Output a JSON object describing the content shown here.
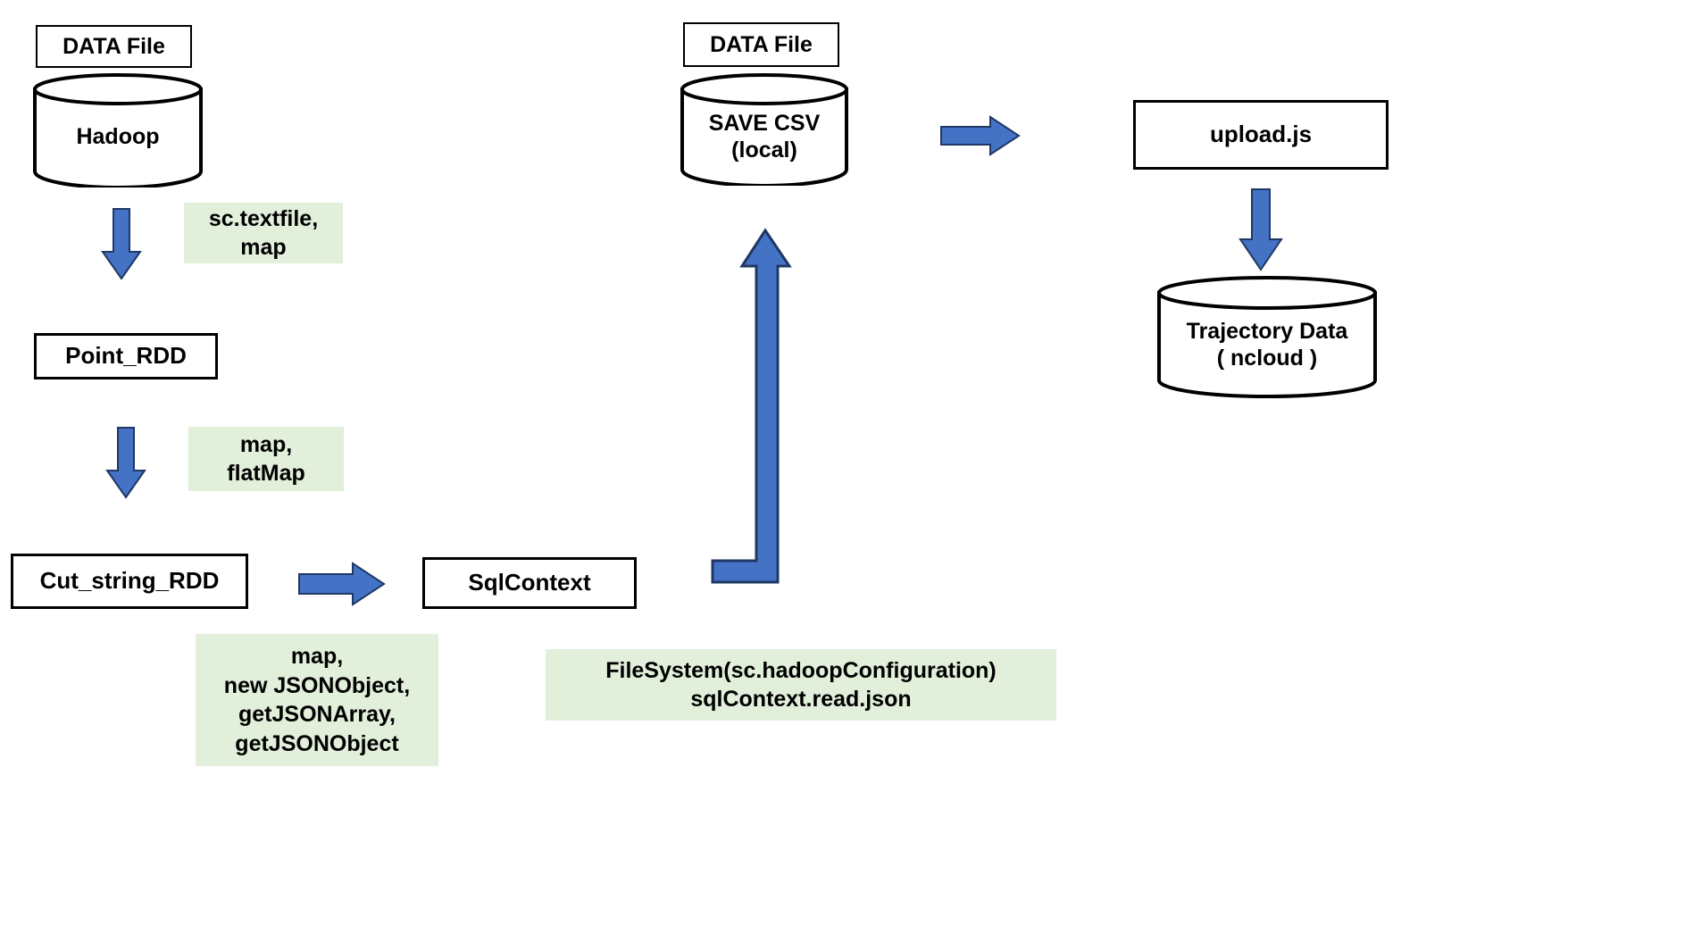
{
  "diagram": {
    "title": "Spark Hadoop trajectory data pipeline flowchart",
    "colors": {
      "arrow_fill": "#4472C4",
      "arrow_stroke": "#1F3864",
      "note_bg": "#E2EFDA",
      "node_stroke": "#000000",
      "node_fill": "#FFFFFF",
      "page_bg": "#FFFFFF"
    },
    "nodes": [
      {
        "id": "data_file_left",
        "type": "caption-box",
        "label": "DATA File"
      },
      {
        "id": "hadoop",
        "type": "cylinder",
        "label": "Hadoop"
      },
      {
        "id": "point_rdd",
        "type": "rect",
        "label": "Point_RDD"
      },
      {
        "id": "cut_string_rdd",
        "type": "rect",
        "label": "Cut_string_RDD"
      },
      {
        "id": "sql_context",
        "type": "rect",
        "label": "SqlContext"
      },
      {
        "id": "data_file_mid",
        "type": "caption-box",
        "label": "DATA File"
      },
      {
        "id": "save_csv",
        "type": "cylinder",
        "label": "SAVE CSV\n(local)"
      },
      {
        "id": "upload_js",
        "type": "rect",
        "label": "upload.js"
      },
      {
        "id": "trajectory_data",
        "type": "cylinder",
        "label": "Trajectory Data\n( ncloud )"
      }
    ],
    "notes": [
      {
        "id": "note_textfile",
        "label": "sc.textfile,\nmap"
      },
      {
        "id": "note_flatmap",
        "label": "map,\nflatMap"
      },
      {
        "id": "note_json",
        "label": "map,\nnew JSONObject,\ngetJSONArray,\ngetJSONObject"
      },
      {
        "id": "note_filesystem",
        "label": "FileSystem(sc.hadoopConfiguration)\nsqlContext.read.json"
      }
    ],
    "arrows": [
      {
        "id": "arrow_hadoop_to_point_rdd",
        "direction": "down"
      },
      {
        "id": "arrow_point_to_cut_string",
        "direction": "down"
      },
      {
        "id": "arrow_cut_string_to_sql",
        "direction": "right"
      },
      {
        "id": "arrow_sql_to_save_csv",
        "direction": "elbow-up"
      },
      {
        "id": "arrow_save_csv_to_upload_js",
        "direction": "right"
      },
      {
        "id": "arrow_upload_js_to_trajectory",
        "direction": "down"
      }
    ]
  }
}
